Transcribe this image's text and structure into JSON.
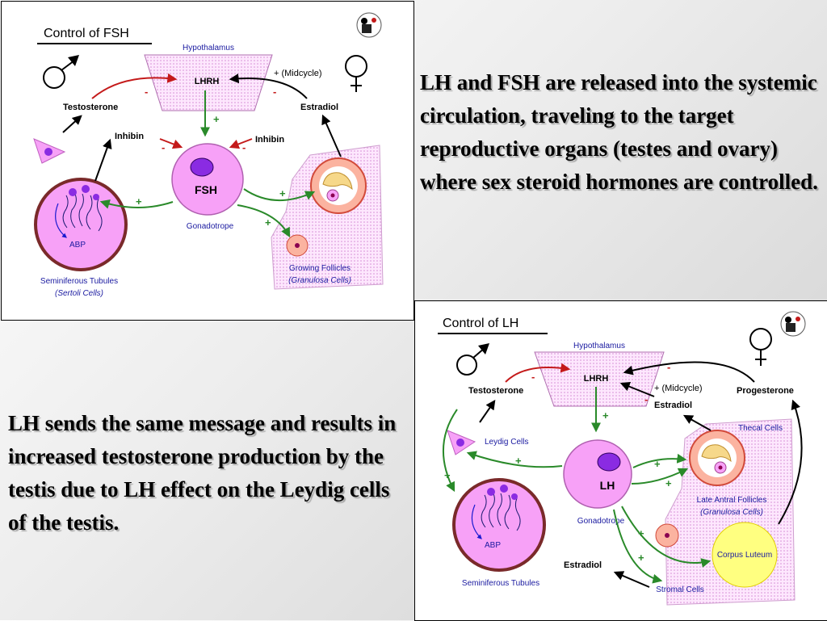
{
  "captions": {
    "fsh_text": "LH and FSH are released into the systemic circulation, traveling to the target reproductive organs (testes and ovary) where sex steroid hormones are controlled.",
    "lh_text": "LH sends the same message and results in increased testosterone production by the testis due to LH effect on the Leydig cells of the testis."
  },
  "fsh_diagram": {
    "title": "Control of FSH",
    "hypothalamus": "Hypothalamus",
    "lhrh": "LHRH",
    "midcycle": "+ (Midcycle)",
    "testosterone": "Testosterone",
    "estradiol": "Estradiol",
    "inhibin_left": "Inhibin",
    "inhibin_right": "Inhibin",
    "hormone": "FSH",
    "gonadotrope": "Gonadotrope",
    "abp": "ABP",
    "tubules_line1": "Seminiferous Tubules",
    "tubules_line2": "(Sertoli Cells)",
    "follicles_line1": "Growing Follicles",
    "follicles_line2": "(Granulosa Cells)"
  },
  "lh_diagram": {
    "title": "Control of LH",
    "hypothalamus": "Hypothalamus",
    "lhrh": "LHRH",
    "midcycle": "+ (Midcycle)",
    "testosterone": "Testosterone",
    "estradiol_top": "Estradiol",
    "progesterone": "Progesterone",
    "thecal": "Thecal Cells",
    "leydig": "Leydig Cells",
    "hormone": "LH",
    "gonadotrope": "Gonadotrope",
    "late_antral_line1": "Late Antral Follicles",
    "late_antral_line2": "(Granulosa Cells)",
    "corpus_luteum": "Corpus Luteum",
    "abp": "ABP",
    "tubules": "Seminiferous Tubules",
    "estradiol_bottom": "Estradiol",
    "stromal": "Stromal Cells"
  },
  "colors": {
    "stimulation_arrow": "#2a8a2a",
    "inhibition_arrow": "#c41a1a",
    "text_blue": "#1a1aa0",
    "cell_pink": "#f7a1f7",
    "nucleus_purple": "#8a2be2",
    "corpus_luteum": "#ffff80"
  },
  "icons": [
    "male-symbol-icon",
    "female-symbol-icon",
    "logo-icon"
  ]
}
